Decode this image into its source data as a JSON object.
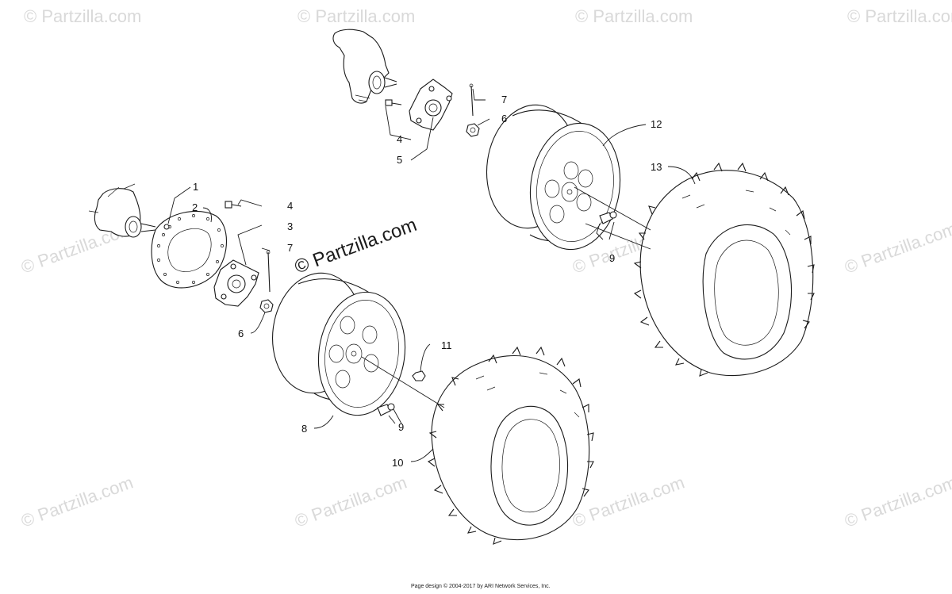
{
  "watermark": {
    "text": "Partzilla.com",
    "main_text": "Partzilla.com",
    "symbol": "©"
  },
  "callouts": [
    "1",
    "2",
    "3",
    "4",
    "4",
    "5",
    "6",
    "6",
    "7",
    "7",
    "8",
    "9",
    "9",
    "10",
    "11",
    "12",
    "13"
  ],
  "footer": {
    "text": "Page design © 2004-2017 by ARI Network Services, Inc."
  }
}
